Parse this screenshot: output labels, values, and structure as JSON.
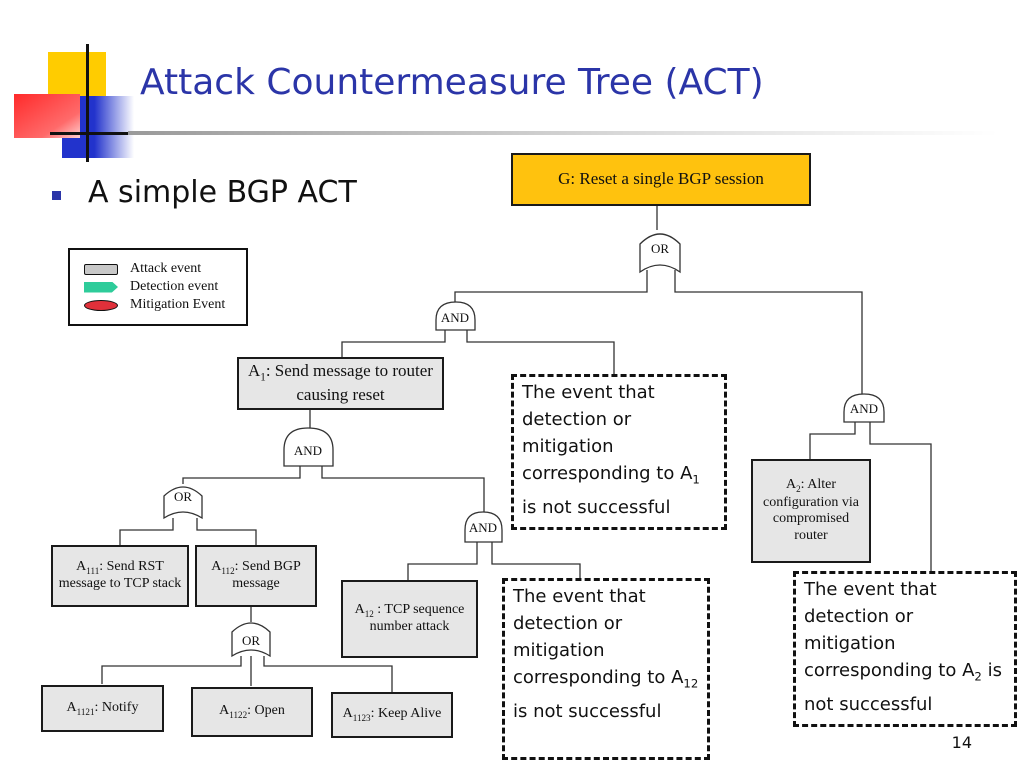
{
  "slide": {
    "title": "Attack Countermeasure Tree (ACT)",
    "bullet": "A simple BGP ACT",
    "page_number": "14"
  },
  "legend": {
    "items": [
      {
        "label": "Attack event",
        "icon": "gray-rectangle"
      },
      {
        "label": "Detection event",
        "icon": "green-pentagon"
      },
      {
        "label": "Mitigation Event",
        "icon": "red-ellipse"
      }
    ]
  },
  "gates": {
    "root": "OR",
    "g1": "AND",
    "g2": "AND",
    "a1": "AND",
    "a1_or": "OR",
    "a1_and": "AND",
    "a112_or": "OR"
  },
  "nodes": {
    "goal": "G: Reset a single BGP session",
    "a1": {
      "sym": "A",
      "sub": "1",
      "text": ": Send message to router causing reset"
    },
    "a2": {
      "sym": "A",
      "sub": "2",
      "text": ": Alter configuration via compromised router"
    },
    "a111": {
      "sym": "A",
      "sub": "111",
      "text": ": Send RST message to TCP stack"
    },
    "a112": {
      "sym": "A",
      "sub": "112",
      "text": ": Send BGP message"
    },
    "a12": {
      "sym": "A",
      "sub": "12",
      "text": " : TCP sequence number attack"
    },
    "a1121": {
      "sym": "A",
      "sub": "1121",
      "text": ": Notify"
    },
    "a1122": {
      "sym": "A",
      "sub": "1122",
      "text": ": Open"
    },
    "a1123": {
      "sym": "A",
      "sub": "1123",
      "text": ": Keep Alive"
    }
  },
  "countermeasures": {
    "c1": {
      "text": "The event that detection or mitigation corresponding to ",
      "sym": "A",
      "sub": "1",
      "tail": " is not successful"
    },
    "c12": {
      "text": "The event that detection or mitigation corresponding to ",
      "sym": "A",
      "sub": "12",
      "tail": " is not successful"
    },
    "c2": {
      "text": "The event that detection or mitigation corresponding to ",
      "sym": "A",
      "sub": "2",
      "tail": " is not successful"
    }
  },
  "colors": {
    "title": "#2b35a8",
    "goal_fill": "#ffc20e",
    "attack_fill": "#e6e6e6",
    "logo_yellow": "#ffcc00",
    "logo_red": "#ff3333",
    "logo_blue": "#2233cc"
  }
}
